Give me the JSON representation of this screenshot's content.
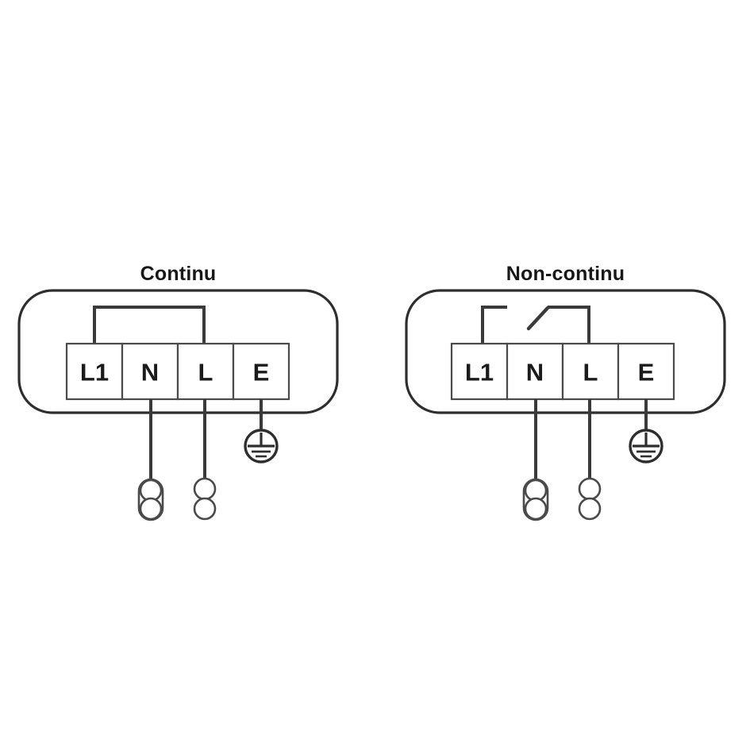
{
  "document": {
    "kind": "electrical-wiring-diagram",
    "background_color": "#ffffff",
    "line_color": "#3a3a3a",
    "text_color": "#181818"
  },
  "diagrams": [
    {
      "id": "continu",
      "title": "Continu",
      "terminals": [
        {
          "label": "L1"
        },
        {
          "label": "N"
        },
        {
          "label": "L"
        },
        {
          "label": "E"
        }
      ],
      "internal_link": "jumper-bridge-l1-to-l",
      "earth_symbol": "earth-ground-symbol",
      "connectors": [
        {
          "from_terminal": "N",
          "type": "capsule-two-circle-connector"
        },
        {
          "from_terminal": "L",
          "type": "two-circle-connector"
        }
      ]
    },
    {
      "id": "non-continu",
      "title": "Non-continu",
      "terminals": [
        {
          "label": "L1"
        },
        {
          "label": "N"
        },
        {
          "label": "L"
        },
        {
          "label": "E"
        }
      ],
      "internal_link": "open-switch-l1-to-l",
      "earth_symbol": "earth-ground-symbol",
      "connectors": [
        {
          "from_terminal": "N",
          "type": "capsule-two-circle-connector"
        },
        {
          "from_terminal": "L",
          "type": "two-circle-connector"
        }
      ]
    }
  ]
}
